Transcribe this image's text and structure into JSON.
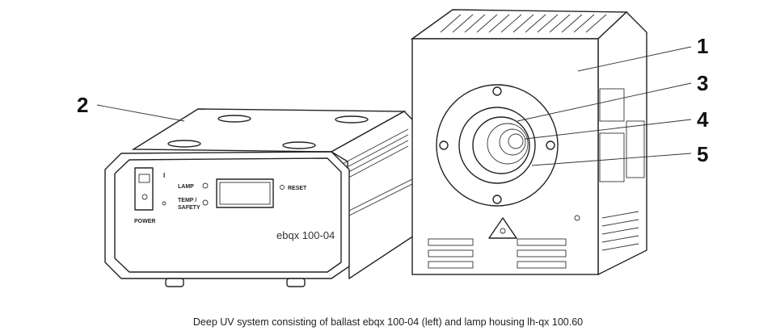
{
  "callouts": {
    "n1": "1",
    "n2": "2",
    "n3": "3",
    "n4": "4",
    "n5": "5"
  },
  "ballast": {
    "switch_on_mark": "I",
    "power_label": "POWER",
    "lamp_label": "LAMP",
    "temp_label_1": "TEMP /",
    "temp_label_2": "SAFETY",
    "reset_label": "RESET",
    "model": "ebqx 100-04"
  },
  "caption": "Deep UV system consisting of ballast ebqx 100-04 (left) and lamp housing lh-qx 100.60"
}
